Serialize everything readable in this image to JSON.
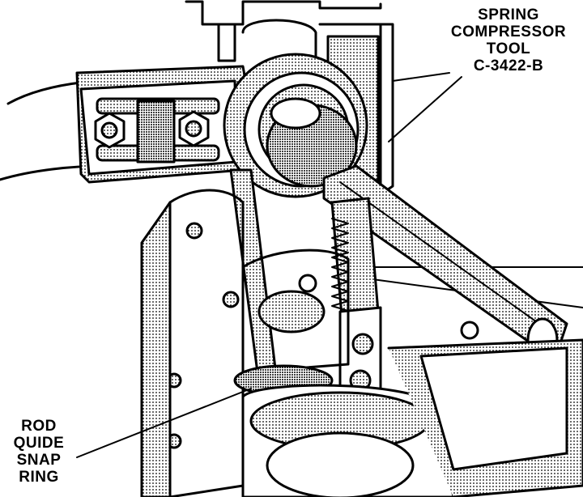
{
  "callouts": {
    "spring_compressor_tool": {
      "lines": [
        "SPRING",
        "COMPRESSOR",
        "TOOL",
        "C-3422-B"
      ]
    },
    "rod_guide_snap_ring": {
      "lines": [
        "ROD",
        "QUIDE",
        "SNAP",
        "RING"
      ]
    }
  },
  "colors": {
    "ink": "#000000",
    "paper": "#ffffff",
    "hatch": "#000000"
  }
}
